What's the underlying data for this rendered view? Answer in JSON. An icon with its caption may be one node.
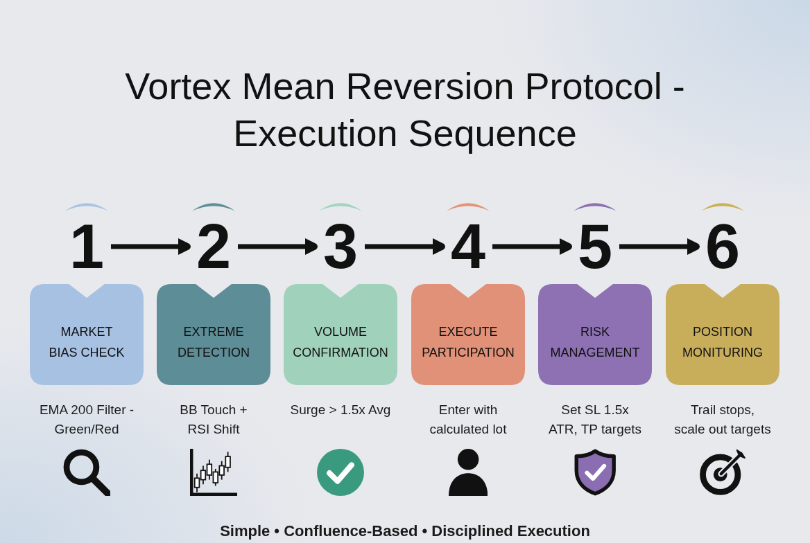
{
  "diagram": {
    "title": "Vortex Mean Reversion Protocol - Execution Sequence",
    "nodes": [
      {
        "text": [
          "1"
        ]
      },
      {
        "text": [
          "2"
        ]
      },
      {
        "text": [
          "3"
        ]
      },
      {
        "text": [
          "4"
        ]
      },
      {
        "text": [
          "5"
        ]
      },
      {
        "text": [
          "6"
        ]
      },
      {
        "text": [
          "MARKET BIAS CHECK"
        ],
        "beside": [
          "EMA 200 Filter - Green/Red"
        ]
      },
      {
        "text": [
          "EXTREME DETECTION"
        ],
        "beside": [
          "BB Touch + RSI Shift"
        ]
      },
      {
        "text": [
          "VOLUME CONFIRMATION"
        ],
        "beside": [
          "Surge > 1.5x Avg"
        ]
      },
      {
        "text": [
          "EXECUTE PARTICIPATION"
        ],
        "beside": [
          "Enter with calculated lot"
        ]
      },
      {
        "text": [
          "RISK MANAGEMENT"
        ],
        "beside": [
          "Set SL 1.5x ATR, TP targets"
        ]
      },
      {
        "text": [
          "POSITION MONITURING"
        ],
        "beside": [
          "Trail stops, scale out targets"
        ]
      }
    ],
    "edges": [
      {
        "from": 0,
        "to": 1,
        "arrow": "to"
      },
      {
        "from": 1,
        "to": 2,
        "arrow": "to"
      },
      {
        "from": 2,
        "to": 3,
        "arrow": "to"
      },
      {
        "from": 3,
        "to": 4,
        "arrow": "to"
      },
      {
        "from": 4,
        "to": 5,
        "arrow": "to"
      }
    ],
    "caption": "Simple • Confluence-Based • Disciplined Execution"
  }
}
